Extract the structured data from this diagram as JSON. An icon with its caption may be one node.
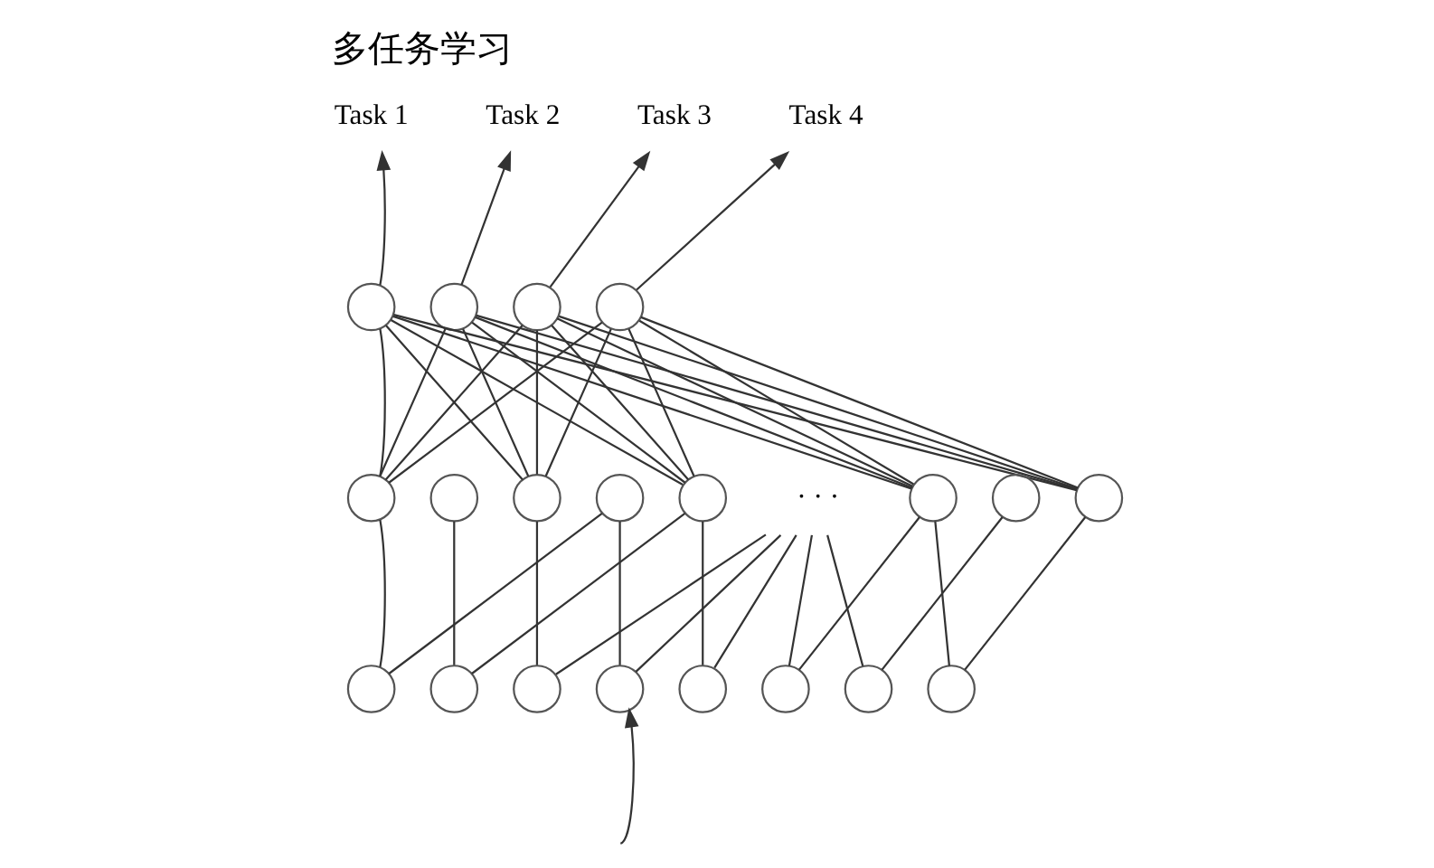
{
  "diagram": {
    "title": "多任务学习",
    "nodes": [
      {
        "text": [
          "Task 1"
        ]
      },
      {
        "text": [
          "Task 2"
        ]
      },
      {
        "text": [
          "Task 3"
        ]
      },
      {
        "text": [
          "Task 4"
        ]
      },
      {
        "text": [],
        "shape": "circle"
      },
      {
        "text": [],
        "shape": "circle"
      },
      {
        "text": [],
        "shape": "circle"
      },
      {
        "text": [],
        "shape": "circle"
      },
      {
        "text": [],
        "shape": "circle"
      },
      {
        "text": [],
        "shape": "circle"
      },
      {
        "text": [],
        "shape": "circle"
      },
      {
        "text": [],
        "shape": "circle"
      },
      {
        "text": [],
        "shape": "circle"
      },
      {
        "text": [
          "· · ·"
        ]
      },
      {
        "text": [],
        "shape": "circle"
      },
      {
        "text": [],
        "shape": "circle"
      },
      {
        "text": [],
        "shape": "circle"
      },
      {
        "text": [],
        "shape": "circle"
      },
      {
        "text": [],
        "shape": "circle"
      },
      {
        "text": [],
        "shape": "circle"
      },
      {
        "text": [],
        "shape": "circle"
      },
      {
        "text": [],
        "shape": "circle"
      },
      {
        "text": [],
        "shape": "circle"
      },
      {
        "text": [],
        "shape": "circle"
      },
      {
        "text": [],
        "shape": "circle"
      }
    ],
    "edges": [
      {
        "from": 4,
        "to": 0,
        "arrow": "to"
      },
      {
        "from": 5,
        "to": 1,
        "arrow": "to"
      },
      {
        "from": 6,
        "to": 2,
        "arrow": "to"
      },
      {
        "from": 7,
        "to": 3,
        "arrow": "to"
      },
      {
        "from": 4,
        "to": 8,
        "arrow": "none"
      },
      {
        "from": 4,
        "to": 10,
        "arrow": "none"
      },
      {
        "from": 4,
        "to": 12,
        "arrow": "none"
      },
      {
        "from": 4,
        "to": 14,
        "arrow": "none"
      },
      {
        "from": 4,
        "to": 16,
        "arrow": "none"
      },
      {
        "from": 5,
        "to": 8,
        "arrow": "none"
      },
      {
        "from": 5,
        "to": 10,
        "arrow": "none"
      },
      {
        "from": 5,
        "to": 12,
        "arrow": "none"
      },
      {
        "from": 5,
        "to": 14,
        "arrow": "none"
      },
      {
        "from": 5,
        "to": 16,
        "arrow": "none"
      },
      {
        "from": 6,
        "to": 8,
        "arrow": "none"
      },
      {
        "from": 6,
        "to": 10,
        "arrow": "none"
      },
      {
        "from": 6,
        "to": 12,
        "arrow": "none"
      },
      {
        "from": 6,
        "to": 14,
        "arrow": "none"
      },
      {
        "from": 6,
        "to": 16,
        "arrow": "none"
      },
      {
        "from": 7,
        "to": 8,
        "arrow": "none"
      },
      {
        "from": 7,
        "to": 10,
        "arrow": "none"
      },
      {
        "from": 7,
        "to": 12,
        "arrow": "none"
      },
      {
        "from": 7,
        "to": 14,
        "arrow": "none"
      },
      {
        "from": 7,
        "to": 16,
        "arrow": "none"
      },
      {
        "from": 8,
        "to": 17,
        "arrow": "none"
      },
      {
        "from": 9,
        "to": 18,
        "arrow": "none"
      },
      {
        "from": 10,
        "to": 19,
        "arrow": "none"
      },
      {
        "from": 11,
        "to": 20,
        "arrow": "none"
      },
      {
        "from": 12,
        "to": 21,
        "arrow": "none"
      },
      {
        "from": 13,
        "to": 22,
        "arrow": "none"
      },
      {
        "from": 13,
        "to": 23,
        "arrow": "none"
      },
      {
        "from": 14,
        "to": 24,
        "arrow": "none"
      },
      {
        "from": 17,
        "to": 11,
        "arrow": "none"
      },
      {
        "from": 18,
        "to": 12,
        "arrow": "none"
      },
      {
        "from": 19,
        "to": 13,
        "arrow": "none"
      },
      {
        "from": 20,
        "to": 13,
        "arrow": "none"
      },
      {
        "from": 21,
        "to": 13,
        "arrow": "none"
      },
      {
        "from": 22,
        "to": 14,
        "arrow": "none"
      },
      {
        "from": 23,
        "to": 15,
        "arrow": "none"
      },
      {
        "from": 24,
        "to": 16,
        "arrow": "none"
      },
      {
        "from": null,
        "to": 20,
        "arrow": "to"
      }
    ]
  }
}
